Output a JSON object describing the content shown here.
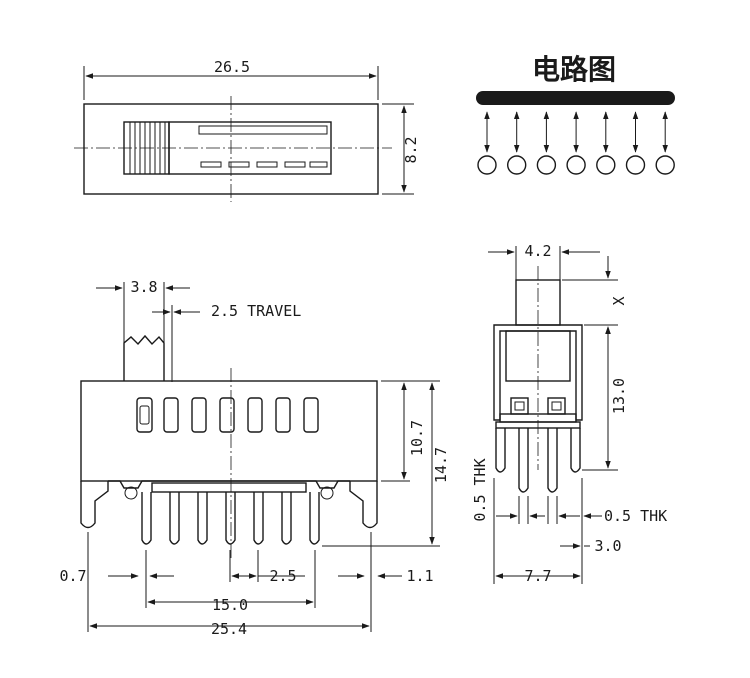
{
  "title": "电路图",
  "top_view": {
    "width": "26.5",
    "height": "8.2"
  },
  "front_view": {
    "actuator_width": "3.8",
    "travel": "2.5 TRAVEL",
    "body_height": "10.7",
    "total_height": "14.7",
    "pin_thk": "0.5 THK",
    "left_gap": "0.7",
    "pitch": "2.5",
    "right_gap": "1.1",
    "pin_span": "15.0",
    "overall_width": "25.4"
  },
  "side_view": {
    "actuator_width": "4.2",
    "x_dim": "X",
    "height": "13.0",
    "pin_thk": "0.5 THK",
    "pin_offset": "3.0",
    "width": "7.7"
  },
  "circuit": {
    "terminals": 7
  },
  "colors": {
    "ink": "#1a1a1a",
    "paper": "#ffffff"
  }
}
